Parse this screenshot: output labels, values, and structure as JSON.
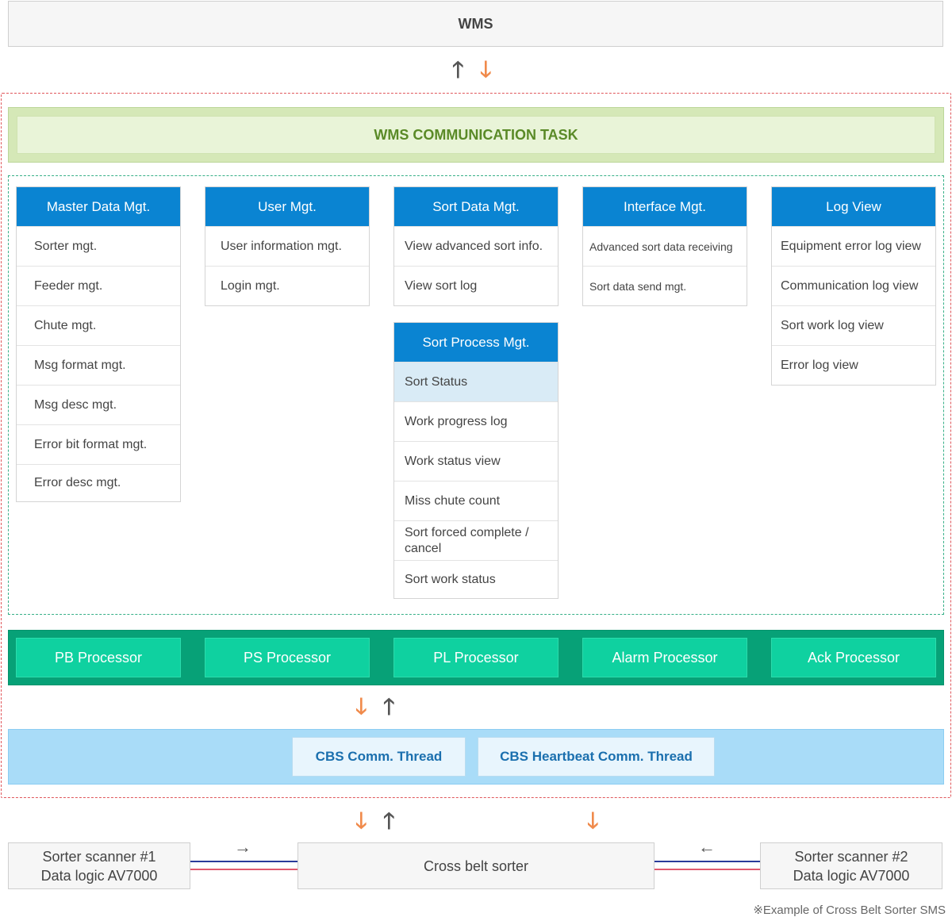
{
  "wms": {
    "label": "WMS"
  },
  "arrows": {
    "up": "🡑",
    "down": "🡓",
    "right": "→",
    "left": "←"
  },
  "comm_task": {
    "label": "WMS COMMUNICATION TASK"
  },
  "modules": {
    "master": {
      "title": "Master Data Mgt.",
      "items": [
        "Sorter mgt.",
        "Feeder mgt.",
        "Chute mgt.",
        "Msg format mgt.",
        "Msg desc mgt.",
        "Error bit format mgt.",
        "Error desc mgt."
      ]
    },
    "user": {
      "title": "User Mgt.",
      "items": [
        "User information mgt.",
        "Login mgt."
      ]
    },
    "sort_data": {
      "title": "Sort Data Mgt.",
      "items": [
        "View advanced sort info.",
        "View sort log"
      ]
    },
    "interface": {
      "title": "Interface Mgt.",
      "items": [
        "Advanced sort data receiving",
        "Sort data send mgt."
      ]
    },
    "log": {
      "title": "Log View",
      "items": [
        "Equipment error log view",
        "Communication log view",
        "Sort work log view",
        "Error log view"
      ]
    },
    "sort_process": {
      "title": "Sort Process Mgt.",
      "items": [
        "Sort Status",
        "Work progress log",
        "Work status view",
        "Miss chute count",
        "Sort forced complete / cancel",
        "Sort work status"
      ]
    }
  },
  "processors": [
    "PB Processor",
    "PS Processor",
    "PL Processor",
    "Alarm Processor",
    "Ack Processor"
  ],
  "cbs": {
    "comm_thread": "CBS Comm. Thread",
    "heartbeat_thread": "CBS Heartbeat Comm. Thread"
  },
  "bottom": {
    "scanner1": {
      "line1": "Sorter scanner #1",
      "line2": "Data logic AV7000"
    },
    "sorter": "Cross belt sorter",
    "scanner2": {
      "line1": "Sorter scanner #2",
      "line2": "Data logic AV7000"
    }
  },
  "caption": "※Example of Cross Belt Sorter SMS",
  "colors": {
    "module_header": "#0a84d2",
    "comm_task_text": "#5a8a27",
    "processor_band": "#07a177",
    "processor_button": "#0fd1a0",
    "cbs_band": "#a9dcf8",
    "arrow_orange": "#f08a4b",
    "arrow_gray": "#555555",
    "outer_frame": "#e0575b",
    "inner_frame": "#37b088"
  }
}
